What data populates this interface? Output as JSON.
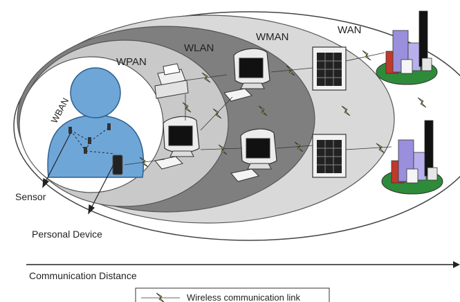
{
  "zones": {
    "wan": "WAN",
    "wman": "WMAN",
    "wlan": "WLAN",
    "wpan": "WPAN",
    "wban": "WBAN"
  },
  "callouts": {
    "sensor": "Sensor",
    "personal_device": "Personal Device"
  },
  "axis": {
    "label": "Communication Distance"
  },
  "legend": {
    "link_label": "Wireless communication link"
  },
  "colors": {
    "wan_fill": "#ffffff",
    "wman_fill": "#d9d9d9",
    "wlan_fill": "#7f7f7f",
    "wpan_fill": "#c9c9c9",
    "wban_fill": "#ffffff",
    "person": "#6fa6d8",
    "link": "#f0e040"
  }
}
